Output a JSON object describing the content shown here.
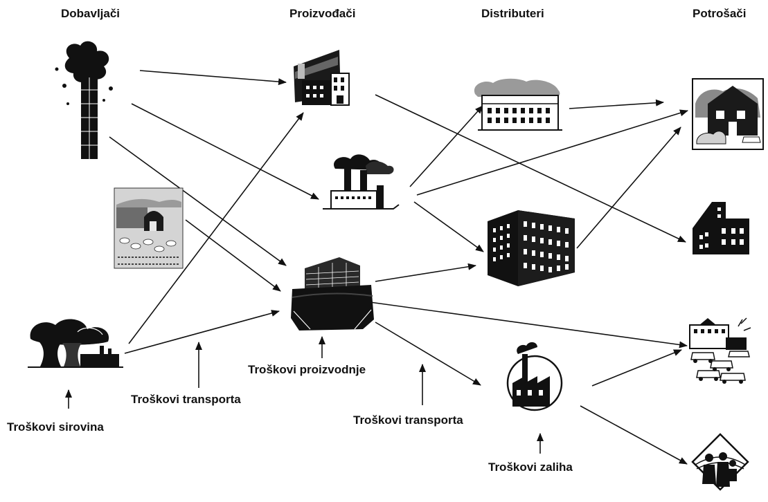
{
  "headers": {
    "suppliers": "Dobavljači",
    "producers": "Proizvođači",
    "distributors": "Distributeri",
    "consumers": "Potrošači"
  },
  "costs": {
    "raw_materials": "Troškovi sirovina",
    "transport_1": "Troškovi transporta",
    "production": "Troškovi proizvodnje",
    "transport_2": "Troškovi transporta",
    "inventory": "Troškovi zaliha"
  },
  "colors": {
    "ink": "#111111",
    "paper": "#ffffff",
    "gray": "#8a8a8a"
  }
}
